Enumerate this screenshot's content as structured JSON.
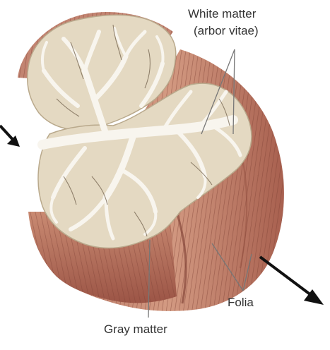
{
  "labels": {
    "white_matter_line1": "White matter",
    "white_matter_line2": "(arbor vitae)",
    "folia": "Folia",
    "gray_matter": "Gray matter"
  },
  "colors": {
    "background": "#ffffff",
    "gray_matter": "#e6dcc6",
    "white_matter": "#f7f3ea",
    "folia_light": "#c98a72",
    "folia_dark": "#8c4a3c",
    "leader_line": "#777777",
    "arrow": "#111111"
  }
}
